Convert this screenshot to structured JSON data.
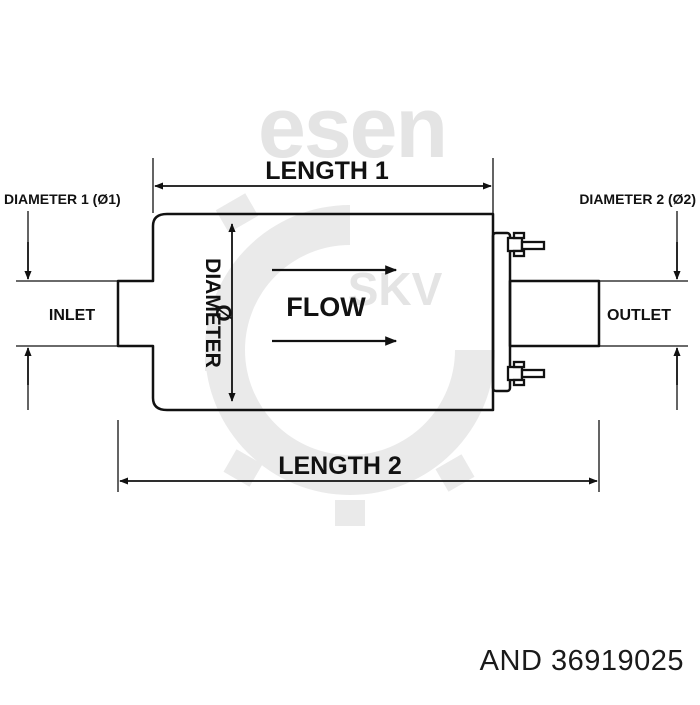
{
  "watermark": {
    "brand": "esen",
    "brand_secondary": "SKV"
  },
  "labels": {
    "length1": "LENGTH 1",
    "length2": "LENGTH 2",
    "diameter1": "DIAMETER 1 (Ø1)",
    "diameter2": "DIAMETER 2 (Ø2)",
    "inlet": "INLET",
    "outlet": "OUTLET",
    "flow": "FLOW",
    "diameter_vertical": "DIAMETER",
    "diameter_symbol": "Ø"
  },
  "caption": {
    "brand": "AND",
    "part_number": "36919025"
  },
  "colors": {
    "line": "#111111",
    "watermark": "#e6e6e6",
    "background": "#ffffff"
  }
}
